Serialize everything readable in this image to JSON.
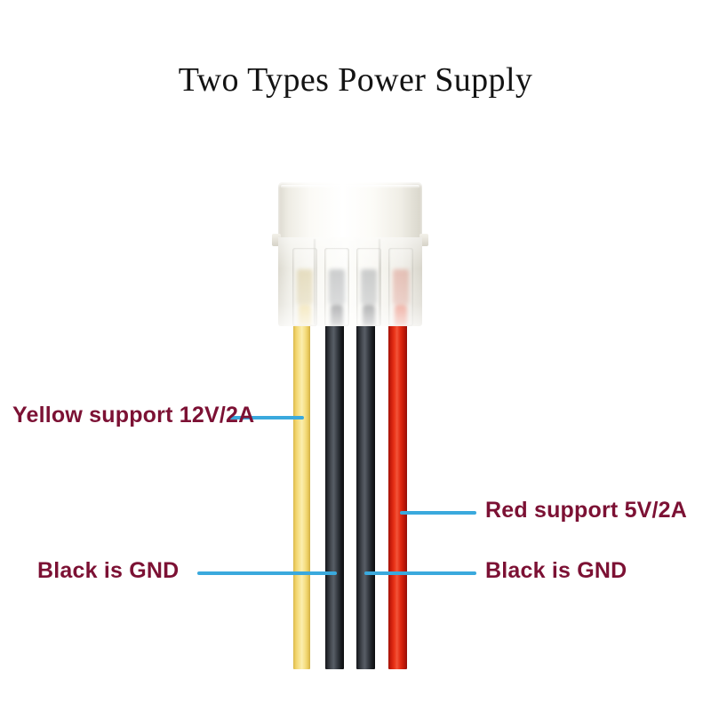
{
  "page": {
    "title": "Two Types Power Supply",
    "background_color": "#ffffff"
  },
  "colors": {
    "title_text": "#131313",
    "label_text": "#7c1134",
    "leader_line": "#3aa9dd",
    "wire_yellow": "#f7e28c",
    "wire_black": "#23272c",
    "wire_red": "#ea3418",
    "connector_white": "#fbfaf6"
  },
  "connector": {
    "name": "4-pin Molex power connector",
    "pin_count": 4
  },
  "wires": [
    {
      "id": "wire-yellow",
      "color_name": "Yellow",
      "hex": "#f7e28c"
    },
    {
      "id": "wire-black-1",
      "color_name": "Black",
      "hex": "#23272c"
    },
    {
      "id": "wire-black-2",
      "color_name": "Black",
      "hex": "#23272c"
    },
    {
      "id": "wire-red",
      "color_name": "Red",
      "hex": "#ea3418"
    }
  ],
  "callouts": {
    "yellow": "Yellow support 12V/2A",
    "red": "Red support 5V/2A",
    "gnd_left": "Black is GND",
    "gnd_right": "Black is GND"
  }
}
